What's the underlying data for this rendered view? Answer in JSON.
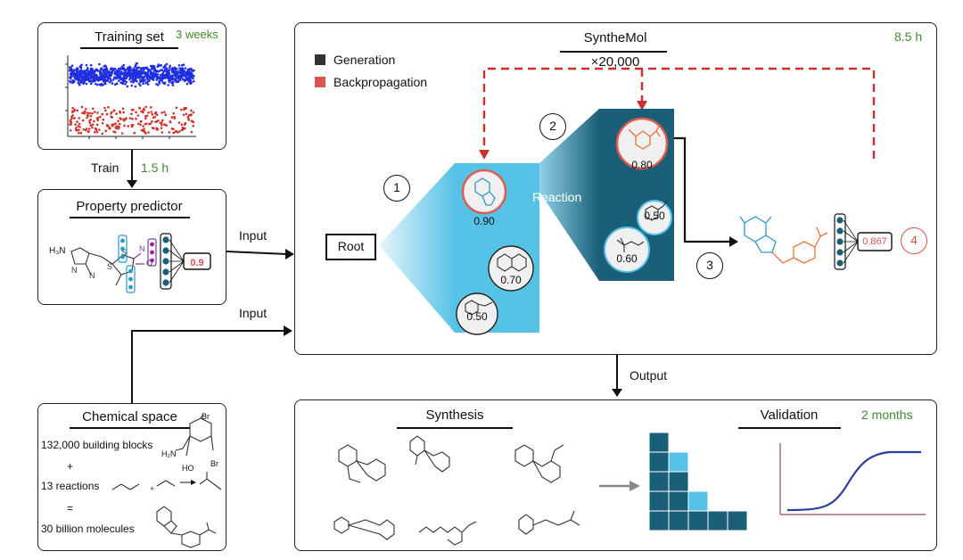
{
  "training_set": {
    "title": "Training set",
    "time": "3 weeks"
  },
  "train_arrow": {
    "label": "Train",
    "time": "1.5 h"
  },
  "property_predictor": {
    "title": "Property predictor",
    "score": "0.9",
    "atom_label": "H₃N"
  },
  "input_labels": {
    "top": "Input",
    "bottom": "Input"
  },
  "chemical_space": {
    "title": "Chemical space",
    "line1": "132,000 building blocks",
    "plus": "+",
    "line2": "13 reactions",
    "equals": "=",
    "line3": "30 billion molecules",
    "br": "Br",
    "nh2": "H₂N",
    "ho": "HO"
  },
  "synthemol": {
    "title": "SyntheMol",
    "multiplier": "×20,000",
    "time": "8.5 h",
    "legend": [
      {
        "label": "Generation",
        "color": "#333333"
      },
      {
        "label": "Backpropagation",
        "color": "#d9534f"
      }
    ],
    "root_label": "Root",
    "reaction_label": "Reaction",
    "steps": [
      "1",
      "2",
      "3",
      "4"
    ],
    "level1_scores": [
      "0.90",
      "0.70",
      "0.50"
    ],
    "level2_scores": [
      "0.80",
      "0.50",
      "0.60"
    ],
    "final_score": "0.867"
  },
  "output_label": "Output",
  "synthesis": {
    "title": "Synthesis"
  },
  "validation": {
    "title": "Validation",
    "time": "2 months"
  },
  "colors": {
    "dark_teal": "#1b5e78",
    "light_blue": "#56c2e6",
    "red": "#d9534f",
    "green": "#3f8a2e",
    "curve": "#2a3f9e"
  }
}
